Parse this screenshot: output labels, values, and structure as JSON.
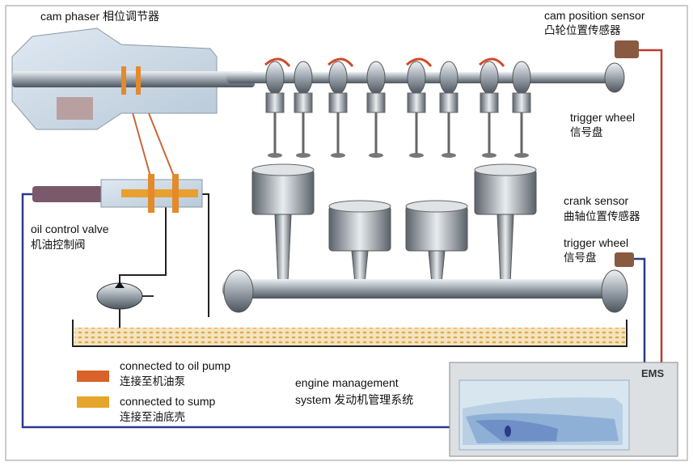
{
  "labels": {
    "cam_phaser": "cam phaser 相位调节器",
    "cam_position_sensor": "cam position sensor",
    "cam_position_sensor_zh": "凸轮位置传感器",
    "trigger_wheel_top": "trigger wheel",
    "trigger_wheel_top_zh": "信号盘",
    "crank_sensor": "crank sensor",
    "crank_sensor_zh": "曲轴位置传感器",
    "trigger_wheel_bottom": "trigger wheel",
    "trigger_wheel_bottom_zh": "信号盘",
    "oil_control_valve": "oil control valve",
    "oil_control_valve_zh": "机油控制阀",
    "ems_line1": "engine management",
    "ems_line2": "system 发动机管理系统",
    "ems_box": "EMS"
  },
  "legend": [
    {
      "label": "connected to oil pump",
      "label_zh": "连接至机油泵",
      "color": "#d9622a"
    },
    {
      "label": "connected to sump",
      "label_zh": "连接至油底壳",
      "color": "#e6a52c"
    }
  ],
  "colors": {
    "signal_blue": "#2a3a8c",
    "signal_red": "#c0392b",
    "oil_line": "#c8683a"
  }
}
